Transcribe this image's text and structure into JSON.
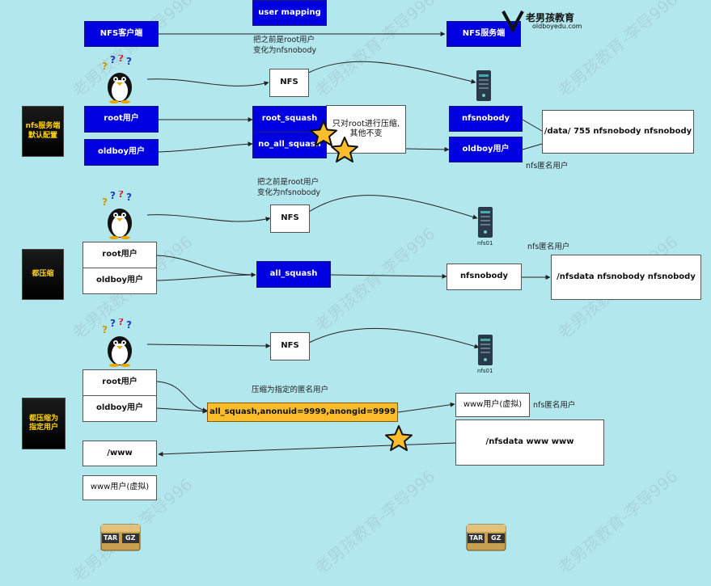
{
  "header": {
    "user_mapping": "user mapping",
    "nfs_client": "NFS客户端",
    "nfs_server": "NFS服务端",
    "logo_text": "老男孩教育",
    "logo_url": "oldboyedu.com",
    "note_line1": "把之前是root用户",
    "note_line2": "变化为nfsnobody"
  },
  "section1": {
    "label": "nfs服务端\n默认配置",
    "nfs": "NFS",
    "root_user": "root用户",
    "oldboy_user": "oldboy用户",
    "root_squash": "root_squash",
    "no_all_squash": "no_all_squash",
    "explain": "只对root进行压缩,\n其他不变",
    "nfsnobody": "nfsnobody",
    "oldboy_user_server": "oldboy用户",
    "dir": "/data/  755   nfsnobody nfsnobody",
    "anon_label": "nfs匿名用户"
  },
  "section2": {
    "note_line1": "把之前是root用户",
    "note_line2": "变化为nfsnobody",
    "nfs": "NFS",
    "server_name": "nfs01",
    "label": "都压缩",
    "root_user": "root用户",
    "oldboy_user": "oldboy用户",
    "all_squash": "all_squash",
    "nfsnobody": "nfsnobody",
    "anon_label": "nfs匿名用户",
    "dir": "/nfsdata   nfsnobody nfsnobody"
  },
  "section3": {
    "nfs": "NFS",
    "server_name": "nfs01",
    "label": "都压缩为\n指定用户",
    "root_user": "root用户",
    "oldboy_user": "oldboy用户",
    "note": "压缩为指定的匿名用户",
    "squash_cfg": "all_squash,anonuid=9999,anongid=9999",
    "www_user": "www用户(虚拟)",
    "anon_label": "nfs匿名用户",
    "dir": "/nfsdata   www www",
    "www_dir": "/www",
    "www_user_client": "www用户(虚拟)"
  },
  "watermark": "老男孩教育-李导996",
  "archive": {
    "left": "TAR",
    "right": "GZ"
  }
}
